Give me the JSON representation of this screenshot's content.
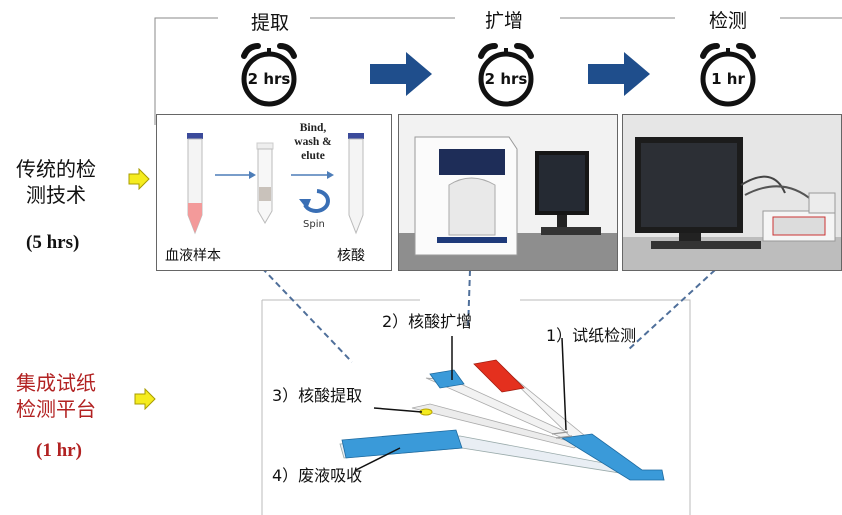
{
  "stages": [
    {
      "label": "提取",
      "time": "2 hrs"
    },
    {
      "label": "扩增",
      "time": "2 hrs"
    },
    {
      "label": "检测",
      "time": "1 hr"
    }
  ],
  "traditional": {
    "title_line1": "传统的检",
    "title_line2": "测技术",
    "duration": "(5 hrs)"
  },
  "integrated": {
    "title_line1": "集成试纸",
    "title_line2": "检测平台",
    "duration": "(1 hr)"
  },
  "extraction_panel": {
    "sample_label": "血液样本",
    "product_label": "核酸",
    "step_text_line1": "Bind,",
    "step_text_line2": "wash &",
    "step_text_line3": "elute",
    "spin_label": "Spin"
  },
  "strip_labels": {
    "detection": "1）试纸检测",
    "amplification": "2）核酸扩增",
    "extraction": "3）核酸提取",
    "waste": "4）废液吸收"
  },
  "colors": {
    "arrow_blue": "#1f4e8c",
    "pointer_yellow": "#f5ec1f",
    "red_text": "#b22222",
    "pad_blue": "#3a9ad9",
    "pad_red": "#e4301e"
  }
}
